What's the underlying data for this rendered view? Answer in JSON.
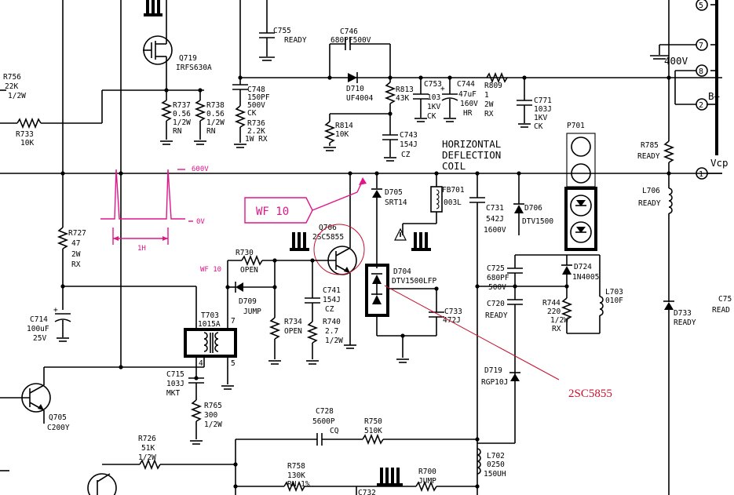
{
  "colors": {
    "wire": "#000000",
    "waveform": "#e0158a",
    "callout": "#c8102e"
  },
  "connector": {
    "pin5": "5",
    "pin7": "7",
    "pin8": "8",
    "pin2": "2",
    "pin1": "1",
    "v400": "400V",
    "bplus": "B+",
    "vcp": "Vcp"
  },
  "section_title": {
    "line1": "HORIZONTAL",
    "line2": "DEFLECTION",
    "line3": "COIL"
  },
  "waveform": {
    "peak_label": "600V",
    "zero_label": "0V",
    "period_label": "1H",
    "tag": "WF 10",
    "tag_small": "WF 10"
  },
  "callout": {
    "part": "2SC5855"
  },
  "components": {
    "c755": {
      "ref": "C755",
      "val": "READY"
    },
    "c746": {
      "ref": "C746",
      "val": "680PF500V"
    },
    "q719": {
      "ref": "Q719",
      "val": "IRFS630A"
    },
    "r756": {
      "ref": "R756",
      "val": "22K",
      "val2": "1/2W"
    },
    "r737": {
      "ref": "R737",
      "val": "0.56",
      "val2": "1/2W",
      "val3": "RN"
    },
    "r738": {
      "ref": "R738",
      "val": "0.56",
      "val2": "1/2W",
      "val3": "RN"
    },
    "c748": {
      "ref": "C748",
      "val": "150PF",
      "val2": "500V",
      "val3": "CK"
    },
    "r736": {
      "ref": "R736",
      "val": "2.2K",
      "val2": "1W RX"
    },
    "r733": {
      "ref": "R733",
      "val": "10K"
    },
    "d710": {
      "ref": "D710",
      "val": "UF4004"
    },
    "r813": {
      "ref": "R813",
      "val": "43K"
    },
    "c753": {
      "ref": "C753",
      "val": "103",
      "val2": "1KV",
      "val3": "CK"
    },
    "c744": {
      "ref": "C744",
      "val": "47uF",
      "val2": "160V",
      "val3": "HR"
    },
    "r809": {
      "ref": "R809",
      "val": "1",
      "val2": "2W",
      "val3": "RX"
    },
    "c771": {
      "ref": "C771",
      "val": "103J",
      "val2": "1KV",
      "val3": "CK"
    },
    "r814": {
      "ref": "R814",
      "val": "10K"
    },
    "c743": {
      "ref": "C743",
      "val": "154J",
      "val2": "CZ"
    },
    "p701": {
      "ref": "P701"
    },
    "r785": {
      "ref": "R785",
      "val": "READY"
    },
    "l706": {
      "ref": "L706",
      "val": "READY"
    },
    "d705": {
      "ref": "D705",
      "val": "SRT14"
    },
    "fb701": {
      "ref": "FB701",
      "val": "003L"
    },
    "c731": {
      "ref": "C731",
      "val": "542J",
      "val2": "1600V"
    },
    "d706": {
      "ref": "D706",
      "val": "DTV1500"
    },
    "q706": {
      "ref": "Q706",
      "val": "2SC5855"
    },
    "r727": {
      "ref": "R727",
      "val": "47",
      "val2": "2W",
      "val3": "RX"
    },
    "r730": {
      "ref": "R730",
      "val": "OPEN"
    },
    "d709": {
      "ref": "D709",
      "val": "JUMP"
    },
    "d704": {
      "ref": "D704",
      "val": "DTV1500LFP"
    },
    "c725": {
      "ref": "C725",
      "val": "680PF",
      "val2": "500V"
    },
    "d724": {
      "ref": "D724",
      "val": "1N4005"
    },
    "c720": {
      "ref": "C720",
      "val": "READY"
    },
    "r744": {
      "ref": "R744",
      "val": "220",
      "val2": "1/2W",
      "val3": "RX"
    },
    "l703": {
      "ref": "L703",
      "val": "010F"
    },
    "d733": {
      "ref": "D733",
      "val": "READY"
    },
    "c75x": {
      "ref": "C75",
      "val": "READ"
    },
    "c714": {
      "ref": "C714",
      "val": "100uF",
      "val2": "25V"
    },
    "t703": {
      "ref": "T703",
      "val": "1015A",
      "p4": "4",
      "p5": "5",
      "p7": "7"
    },
    "c741": {
      "ref": "C741",
      "val": "154J",
      "val2": "CZ"
    },
    "r734": {
      "ref": "R734",
      "val": "OPEN"
    },
    "r740": {
      "ref": "R740",
      "val": "2.7",
      "val2": "1/2W"
    },
    "c733": {
      "ref": "C733",
      "val": "472J"
    },
    "c715": {
      "ref": "C715",
      "val": "103J",
      "val2": "MKT"
    },
    "r765": {
      "ref": "R765",
      "val": "300",
      "val2": "1/2W"
    },
    "q705": {
      "ref": "Q705",
      "val": "C200Y"
    },
    "d719": {
      "ref": "D719",
      "val": "RGP10J"
    },
    "c728": {
      "ref": "C728",
      "val": "5600P",
      "val2": "CQ"
    },
    "r750": {
      "ref": "R750",
      "val": "510K"
    },
    "r726": {
      "ref": "R726",
      "val": "51K",
      "val2": "1/2W"
    },
    "r758": {
      "ref": "R758",
      "val": "130K",
      "val2": "RN 1%"
    },
    "r700": {
      "ref": "R700",
      "val": "JUMP"
    },
    "l702": {
      "ref": "L702",
      "val": "0250",
      "val2": "150UH"
    },
    "c732": {
      "ref": "C732"
    }
  }
}
